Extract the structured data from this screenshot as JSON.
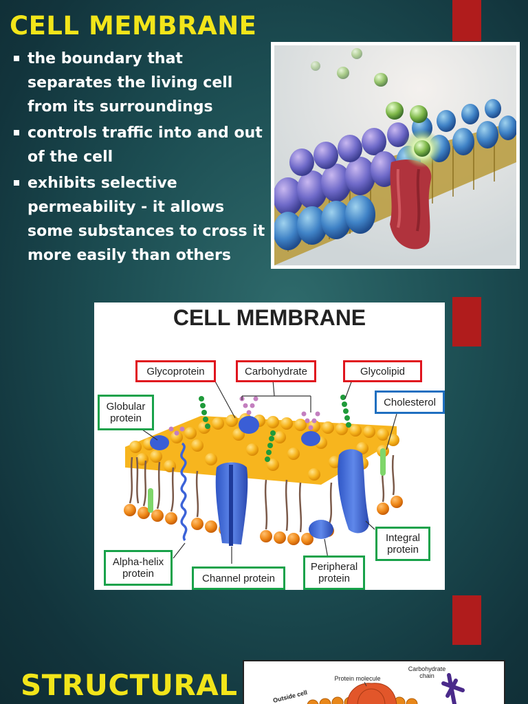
{
  "slide1": {
    "title": "CELL MEMBRANE",
    "bullets": [
      "the boundary that separates the living cell from its surroundings",
      "controls traffic into and out of the cell",
      " exhibits selective permeability - it allows some substances to cross it more easily than others"
    ]
  },
  "diagram": {
    "title": "CELL MEMBRANE",
    "labels": {
      "glycoprotein": "Glycoprotein",
      "carbohydrate": "Carbohydrate",
      "glycolipid": "Glycolipid",
      "globular_protein": "Globular protein",
      "cholesterol": "Cholesterol",
      "alpha_helix_protein": "Alpha-helix protein",
      "channel_protein": "Channel protein",
      "peripheral_protein": "Peripheral protein",
      "integral_protein": "Integral protein"
    }
  },
  "slide2": {
    "title": "STRUCTURAL",
    "thumb_labels": {
      "outside_cell": "Outside cell",
      "protein_molecule": "Protein molecule",
      "carbohydrate_chain": "Carbohydrate chain"
    }
  },
  "colors": {
    "background": "#1c4d52",
    "title_yellow": "#f2e51a",
    "accent_red": "#b01c1c",
    "label_red": "#e0141e",
    "label_green": "#18a24a",
    "label_blue": "#1f6fc0"
  }
}
